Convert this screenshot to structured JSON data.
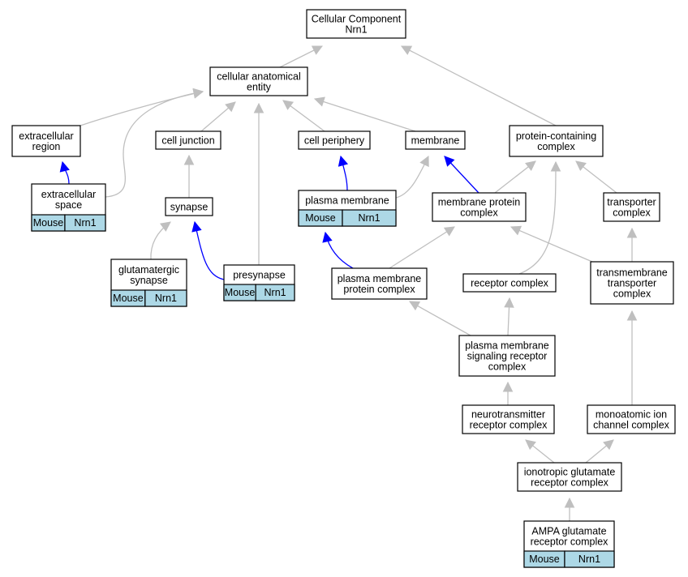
{
  "colors": {
    "edge_gray": "#bfbfbf",
    "edge_blue": "#0000ff",
    "tag_fill": "#add8e6"
  },
  "nodes": {
    "root": {
      "lines": [
        "Cellular Component",
        "Nrn1"
      ]
    },
    "cae": {
      "lines": [
        "cellular anatomical",
        "entity"
      ]
    },
    "ext_region": {
      "lines": [
        "extracellular",
        "region"
      ]
    },
    "cell_junction": {
      "lines": [
        "cell junction"
      ]
    },
    "cell_periphery": {
      "lines": [
        "cell periphery"
      ]
    },
    "membrane": {
      "lines": [
        "membrane"
      ]
    },
    "pcc": {
      "lines": [
        "protein-containing",
        "complex"
      ]
    },
    "ext_space": {
      "lines": [
        "extracellular",
        "space"
      ],
      "tags": [
        "Mouse",
        "Nrn1"
      ]
    },
    "synapse": {
      "lines": [
        "synapse"
      ]
    },
    "plasma_membrane": {
      "lines": [
        "plasma membrane"
      ],
      "tags": [
        "Mouse",
        "Nrn1"
      ]
    },
    "mpc": {
      "lines": [
        "membrane protein",
        "complex"
      ]
    },
    "transporter": {
      "lines": [
        "transporter",
        "complex"
      ]
    },
    "glut_synapse": {
      "lines": [
        "glutamatergic",
        "synapse"
      ],
      "tags": [
        "Mouse",
        "Nrn1"
      ]
    },
    "presynapse": {
      "lines": [
        "presynapse"
      ],
      "tags": [
        "Mouse",
        "Nrn1"
      ]
    },
    "pmpc": {
      "lines": [
        "plasma membrane",
        "protein complex"
      ]
    },
    "receptor": {
      "lines": [
        "receptor complex"
      ]
    },
    "tm_transporter": {
      "lines": [
        "transmembrane",
        "transporter",
        "complex"
      ]
    },
    "pmsrc": {
      "lines": [
        "plasma membrane",
        "signaling receptor",
        "complex"
      ]
    },
    "ntrc": {
      "lines": [
        "neurotransmitter",
        "receptor complex"
      ]
    },
    "mic": {
      "lines": [
        "monoatomic ion",
        "channel complex"
      ]
    },
    "igrc": {
      "lines": [
        "ionotropic glutamate",
        "receptor complex"
      ]
    },
    "ampa": {
      "lines": [
        "AMPA glutamate",
        "receptor complex"
      ],
      "tags": [
        "Mouse",
        "Nrn1"
      ]
    }
  }
}
